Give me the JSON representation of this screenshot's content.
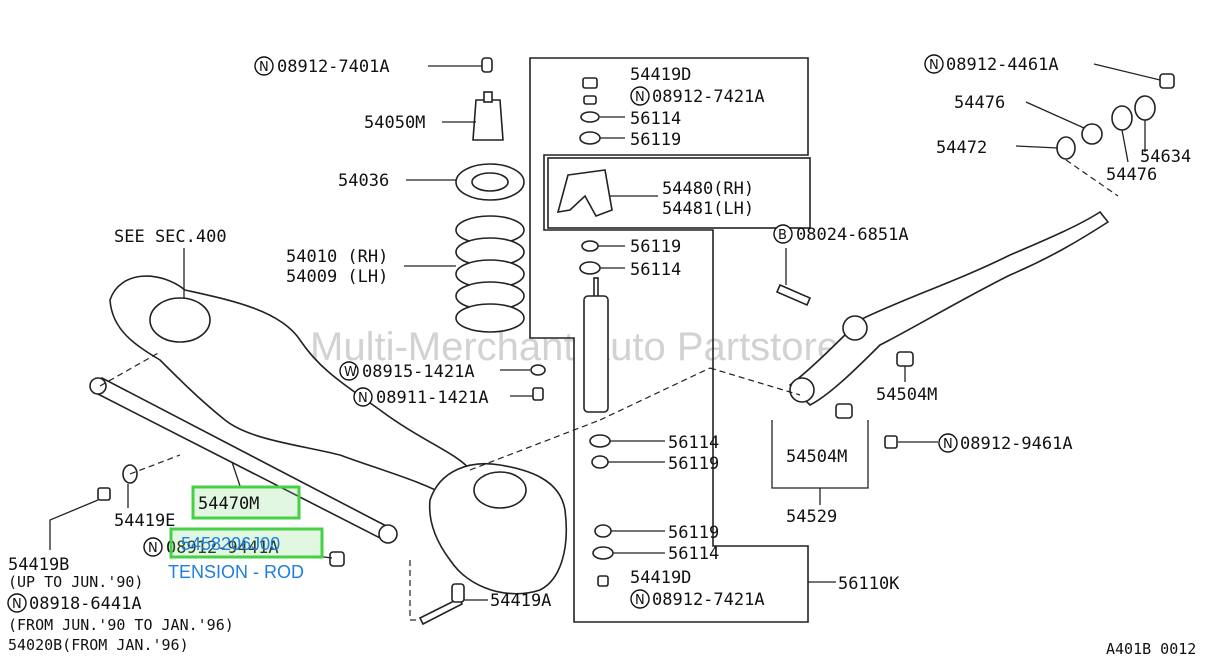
{
  "watermark": "Multi-Merchant Auto Partstore",
  "footer_code": "A401B 0012",
  "labels": {
    "see_sec": "SEE SEC.400",
    "n08912_7401a": "08912-7401A",
    "p54050m": "54050M",
    "p54036": "54036",
    "p54010": "54010 (RH)",
    "p54009": "54009 (LH)",
    "w08915_1421a": "08915-1421A",
    "n08911_1421a": "08911-1421A",
    "p54419d_top": "54419D",
    "n08912_7421a_top": "08912-7421A",
    "p56114_top": "56114",
    "p56119_top": "56119",
    "p54480": "54480(RH)",
    "p54481": "54481(LH)",
    "p56119_mid": "56119",
    "p56114_mid": "56114",
    "p56114_low": "56114",
    "p56119_low": "56119",
    "p56119_bot": "56119",
    "p56114_bot": "56114",
    "p54419d_bot": "54419D",
    "n08912_7421a_bot": "08912-7421A",
    "p56110k": "56110K",
    "p54419a": "54419A",
    "n08912_4461a": "08912-4461A",
    "p54476_top": "54476",
    "p54472": "54472",
    "p54634": "54634",
    "p54476_bot": "54476",
    "b08024_6851a": "08024-6851A",
    "p54504m_a": "54504M",
    "p54504m_b": "54504M",
    "n08912_9461a": "08912-9461A",
    "p54529": "54529",
    "p54419e": "54419E",
    "p54419b": "54419B",
    "up_to": "(UP TO JUN.'90)",
    "n08918_6441a": "08918-6441A",
    "from_jun": "(FROM JUN.'90 TO JAN.'96)",
    "p54020b": "54020B(FROM JAN.'96)",
    "n08912_9441a": "08912-9441A",
    "circle_n": "N",
    "circle_w": "W",
    "circle_b": "B"
  },
  "hotspots": {
    "tension_rod_ref": "54470M",
    "tension_rod_part_number": "5458206J00",
    "tension_rod_name": "TENSION - ROD"
  }
}
